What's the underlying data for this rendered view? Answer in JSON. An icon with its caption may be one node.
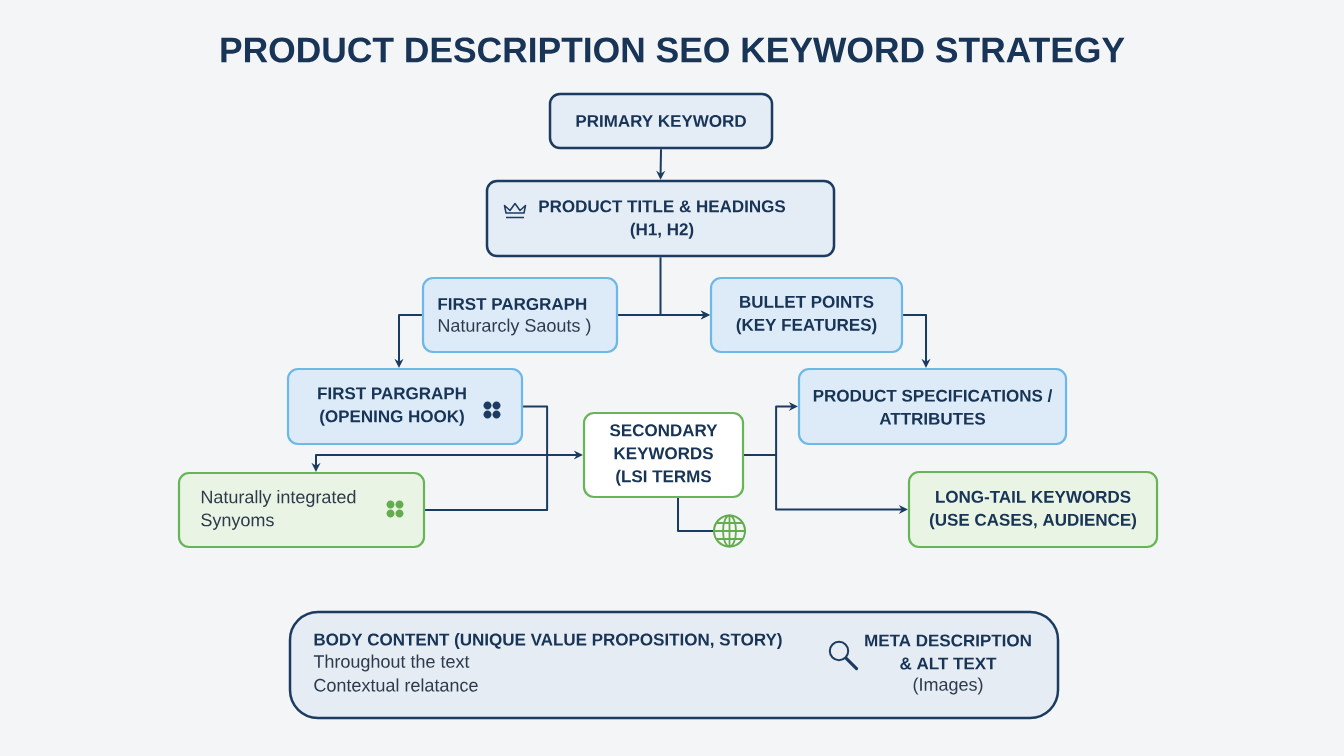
{
  "diagram": {
    "title": "PRODUCT DESCRIPTION SEO KEYWORD STRATEGY",
    "nodes": [
      {
        "text": [
          "PRIMARY KEYWORD"
        ]
      },
      {
        "text": [
          "PRODUCT TITLE & HEADINGS (H1, H2)"
        ]
      },
      {
        "text": [
          "FIRST PARGRAPH",
          "Naturarcly Saouts )"
        ]
      },
      {
        "text": [
          "BULLET POINTS (KEY FEATURES)"
        ]
      },
      {
        "text": [
          "FIRST PARGRAPH (OPENING HOOK)"
        ]
      },
      {
        "text": [
          "PRODUCT SPECIFICATIONS / ATTRIBUTES"
        ]
      },
      {
        "text": [
          "SECONDARY KEYWORDS (LSI TERMS"
        ]
      },
      {
        "text": [
          "Naturally integrated Synyoms"
        ]
      },
      {
        "text": [
          "LONG-TAIL KEYWORDS (USE CASES, AUDIENCE)"
        ]
      },
      {
        "text": [],
        "shape": "globe"
      },
      {
        "text": [
          "BODY CONTENT (UNIQUE VALUE PROPOSITION, STORY)",
          "Throughout the text",
          "Contextual relatance",
          "META DESCRIPTION & ALT TEXT",
          "(Images)"
        ]
      }
    ],
    "edges": [
      {
        "from": 0,
        "to": 1,
        "arrow": "to"
      },
      {
        "from": 1,
        "to": 3,
        "arrow": "to"
      },
      {
        "from": 2,
        "to": 3,
        "arrow": "to"
      },
      {
        "from": 2,
        "to": 4,
        "arrow": "to"
      },
      {
        "from": 3,
        "to": 5,
        "arrow": "to"
      },
      {
        "from": 4,
        "to": 7,
        "arrow": "none"
      },
      {
        "from": 7,
        "to": 6,
        "arrow": "both"
      },
      {
        "from": 6,
        "to": 5,
        "arrow": "to"
      },
      {
        "from": 6,
        "to": 8,
        "arrow": "to"
      },
      {
        "from": 6,
        "to": 9,
        "arrow": "none"
      }
    ]
  }
}
